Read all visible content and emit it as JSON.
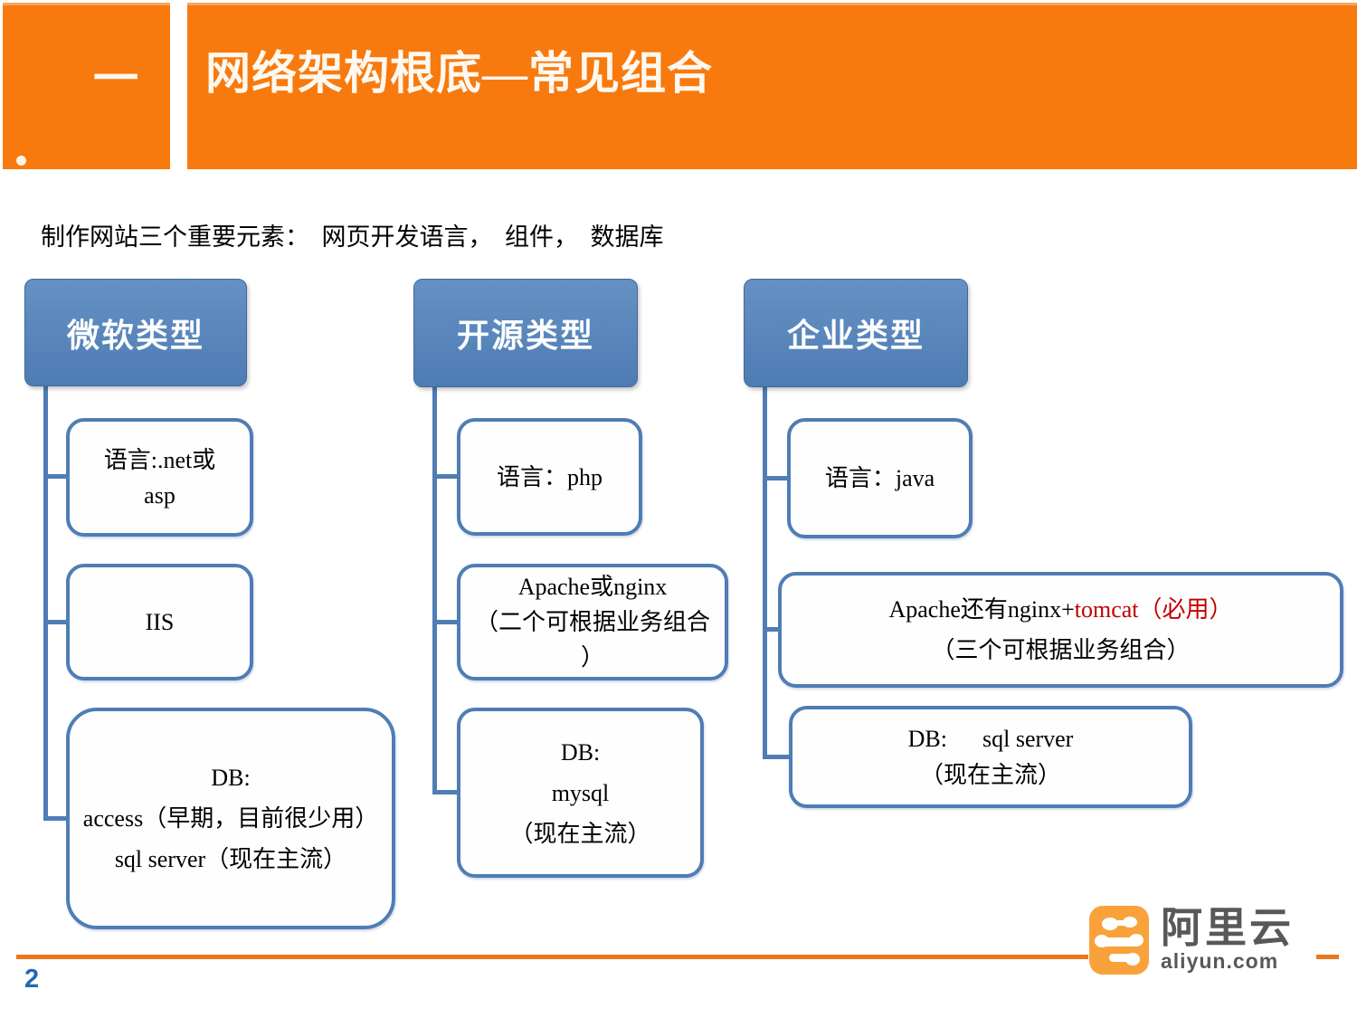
{
  "header": {
    "section_number": "一",
    "title": "网络架构根底—常见组合"
  },
  "intro": {
    "text": "制作网站三个重要元素：  网页开发语言，  组件，  数据库"
  },
  "diagram": {
    "columns": [
      {
        "title": "微软类型",
        "children": [
          {
            "lines": [
              "语言:.net或",
              "asp"
            ]
          },
          {
            "lines": [
              "IIS"
            ]
          },
          {
            "lines": [
              "DB:",
              "access（早期，目前很少用）",
              "sql server（现在主流）"
            ]
          }
        ]
      },
      {
        "title": "开源类型",
        "children": [
          {
            "lines": [
              "语言：php"
            ]
          },
          {
            "lines": [
              "Apache或nginx",
              "（二个可根据业务组合",
              "）"
            ]
          },
          {
            "lines": [
              "DB:",
              "mysql",
              "（现在主流）"
            ]
          }
        ]
      },
      {
        "title": "企业类型",
        "children": [
          {
            "lines": [
              "语言：java"
            ]
          },
          {
            "line1_black": "Apache还有nginx+",
            "line1_red": "tomcat（必用）",
            "line2": "（三个可根据业务组合）"
          },
          {
            "lines": [
              "DB:      sql server",
              "（现在主流）"
            ]
          }
        ]
      }
    ]
  },
  "footer": {
    "page_number": "2",
    "logo_cn": "阿里云",
    "logo_en": "aliyun.com"
  },
  "colors": {
    "accent_orange": "#F87A0E",
    "box_blue_fill": "#5283BB",
    "box_blue_border": "#4F7DB5",
    "red_text": "#C00000",
    "page_number_blue": "#1F69B3",
    "logo_orange": "#F9A23C",
    "logo_gray": "#595757"
  }
}
